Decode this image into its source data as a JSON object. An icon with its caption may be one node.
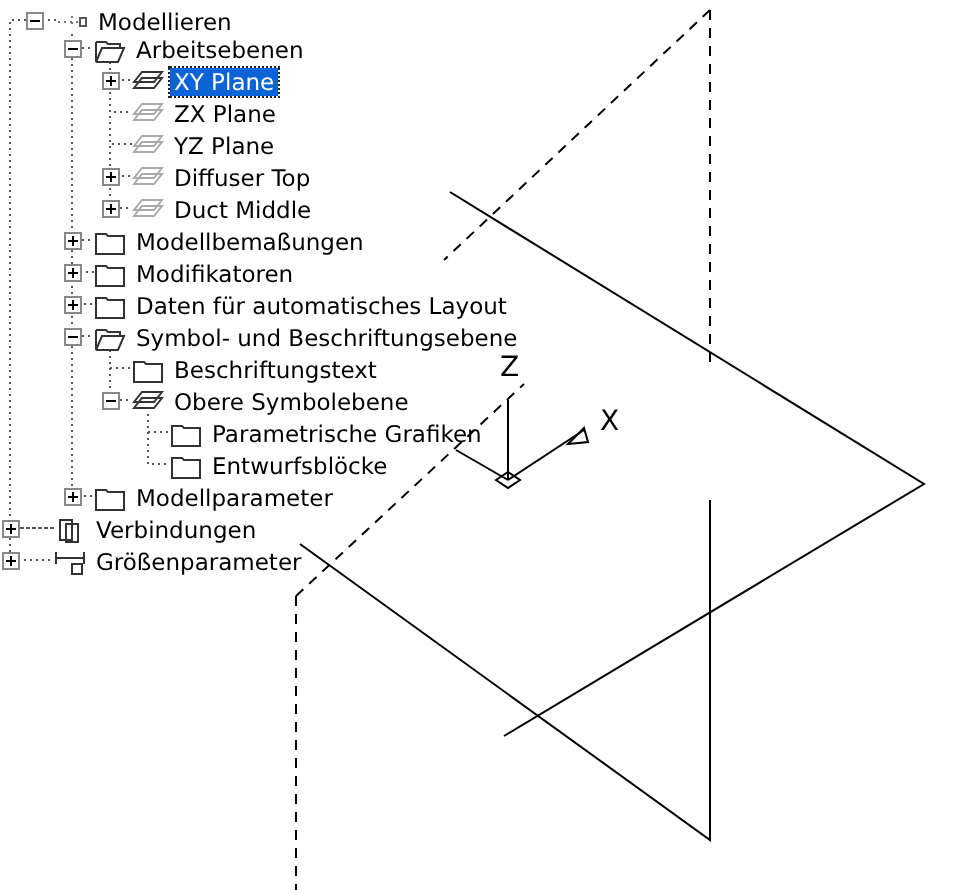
{
  "diagram": {
    "nodes": [
      {
        "text": [
          "Modellieren"
        ]
      },
      {
        "text": [
          "Arbeitsebenen"
        ]
      },
      {
        "text": [
          "XY Plane"
        ]
      },
      {
        "text": [
          "ZX Plane"
        ]
      },
      {
        "text": [
          "YZ Plane"
        ]
      },
      {
        "text": [
          "Diffuser Top"
        ]
      },
      {
        "text": [
          "Duct Middle"
        ]
      },
      {
        "text": [
          "Modellbemaßungen"
        ]
      },
      {
        "text": [
          "Modifikatoren"
        ]
      },
      {
        "text": [
          "Daten für automatisches Layout"
        ]
      },
      {
        "text": [
          "Symbol- und Beschriftungsebene"
        ]
      },
      {
        "text": [
          "Beschriftungstext"
        ]
      },
      {
        "text": [
          "Obere Symbolebene"
        ]
      },
      {
        "text": [
          "Parametrische Grafiken"
        ]
      },
      {
        "text": [
          "Entwurfsblöcke"
        ]
      },
      {
        "text": [
          "Modellparameter"
        ]
      },
      {
        "text": [
          "Verbindungen"
        ]
      },
      {
        "text": [
          "Größenparameter"
        ]
      }
    ],
    "edges": [
      {
        "from": 0,
        "to": 1,
        "arrow": "none"
      },
      {
        "from": 1,
        "to": 2,
        "arrow": "none"
      },
      {
        "from": 1,
        "to": 3,
        "arrow": "none"
      },
      {
        "from": 1,
        "to": 4,
        "arrow": "none"
      },
      {
        "from": 1,
        "to": 5,
        "arrow": "none"
      },
      {
        "from": 1,
        "to": 6,
        "arrow": "none"
      },
      {
        "from": 0,
        "to": 7,
        "arrow": "none"
      },
      {
        "from": 0,
        "to": 8,
        "arrow": "none"
      },
      {
        "from": 0,
        "to": 9,
        "arrow": "none"
      },
      {
        "from": 0,
        "to": 10,
        "arrow": "none"
      },
      {
        "from": 10,
        "to": 11,
        "arrow": "none"
      },
      {
        "from": 10,
        "to": 12,
        "arrow": "none"
      },
      {
        "from": 12,
        "to": 13,
        "arrow": "none"
      },
      {
        "from": 12,
        "to": 14,
        "arrow": "none"
      },
      {
        "from": 0,
        "to": 15,
        "arrow": "none"
      },
      {
        "from": 0,
        "to": 16,
        "arrow": "none"
      },
      {
        "from": 16,
        "to": 17,
        "arrow": "none"
      }
    ],
    "labels": [
      "Z",
      "X"
    ]
  }
}
